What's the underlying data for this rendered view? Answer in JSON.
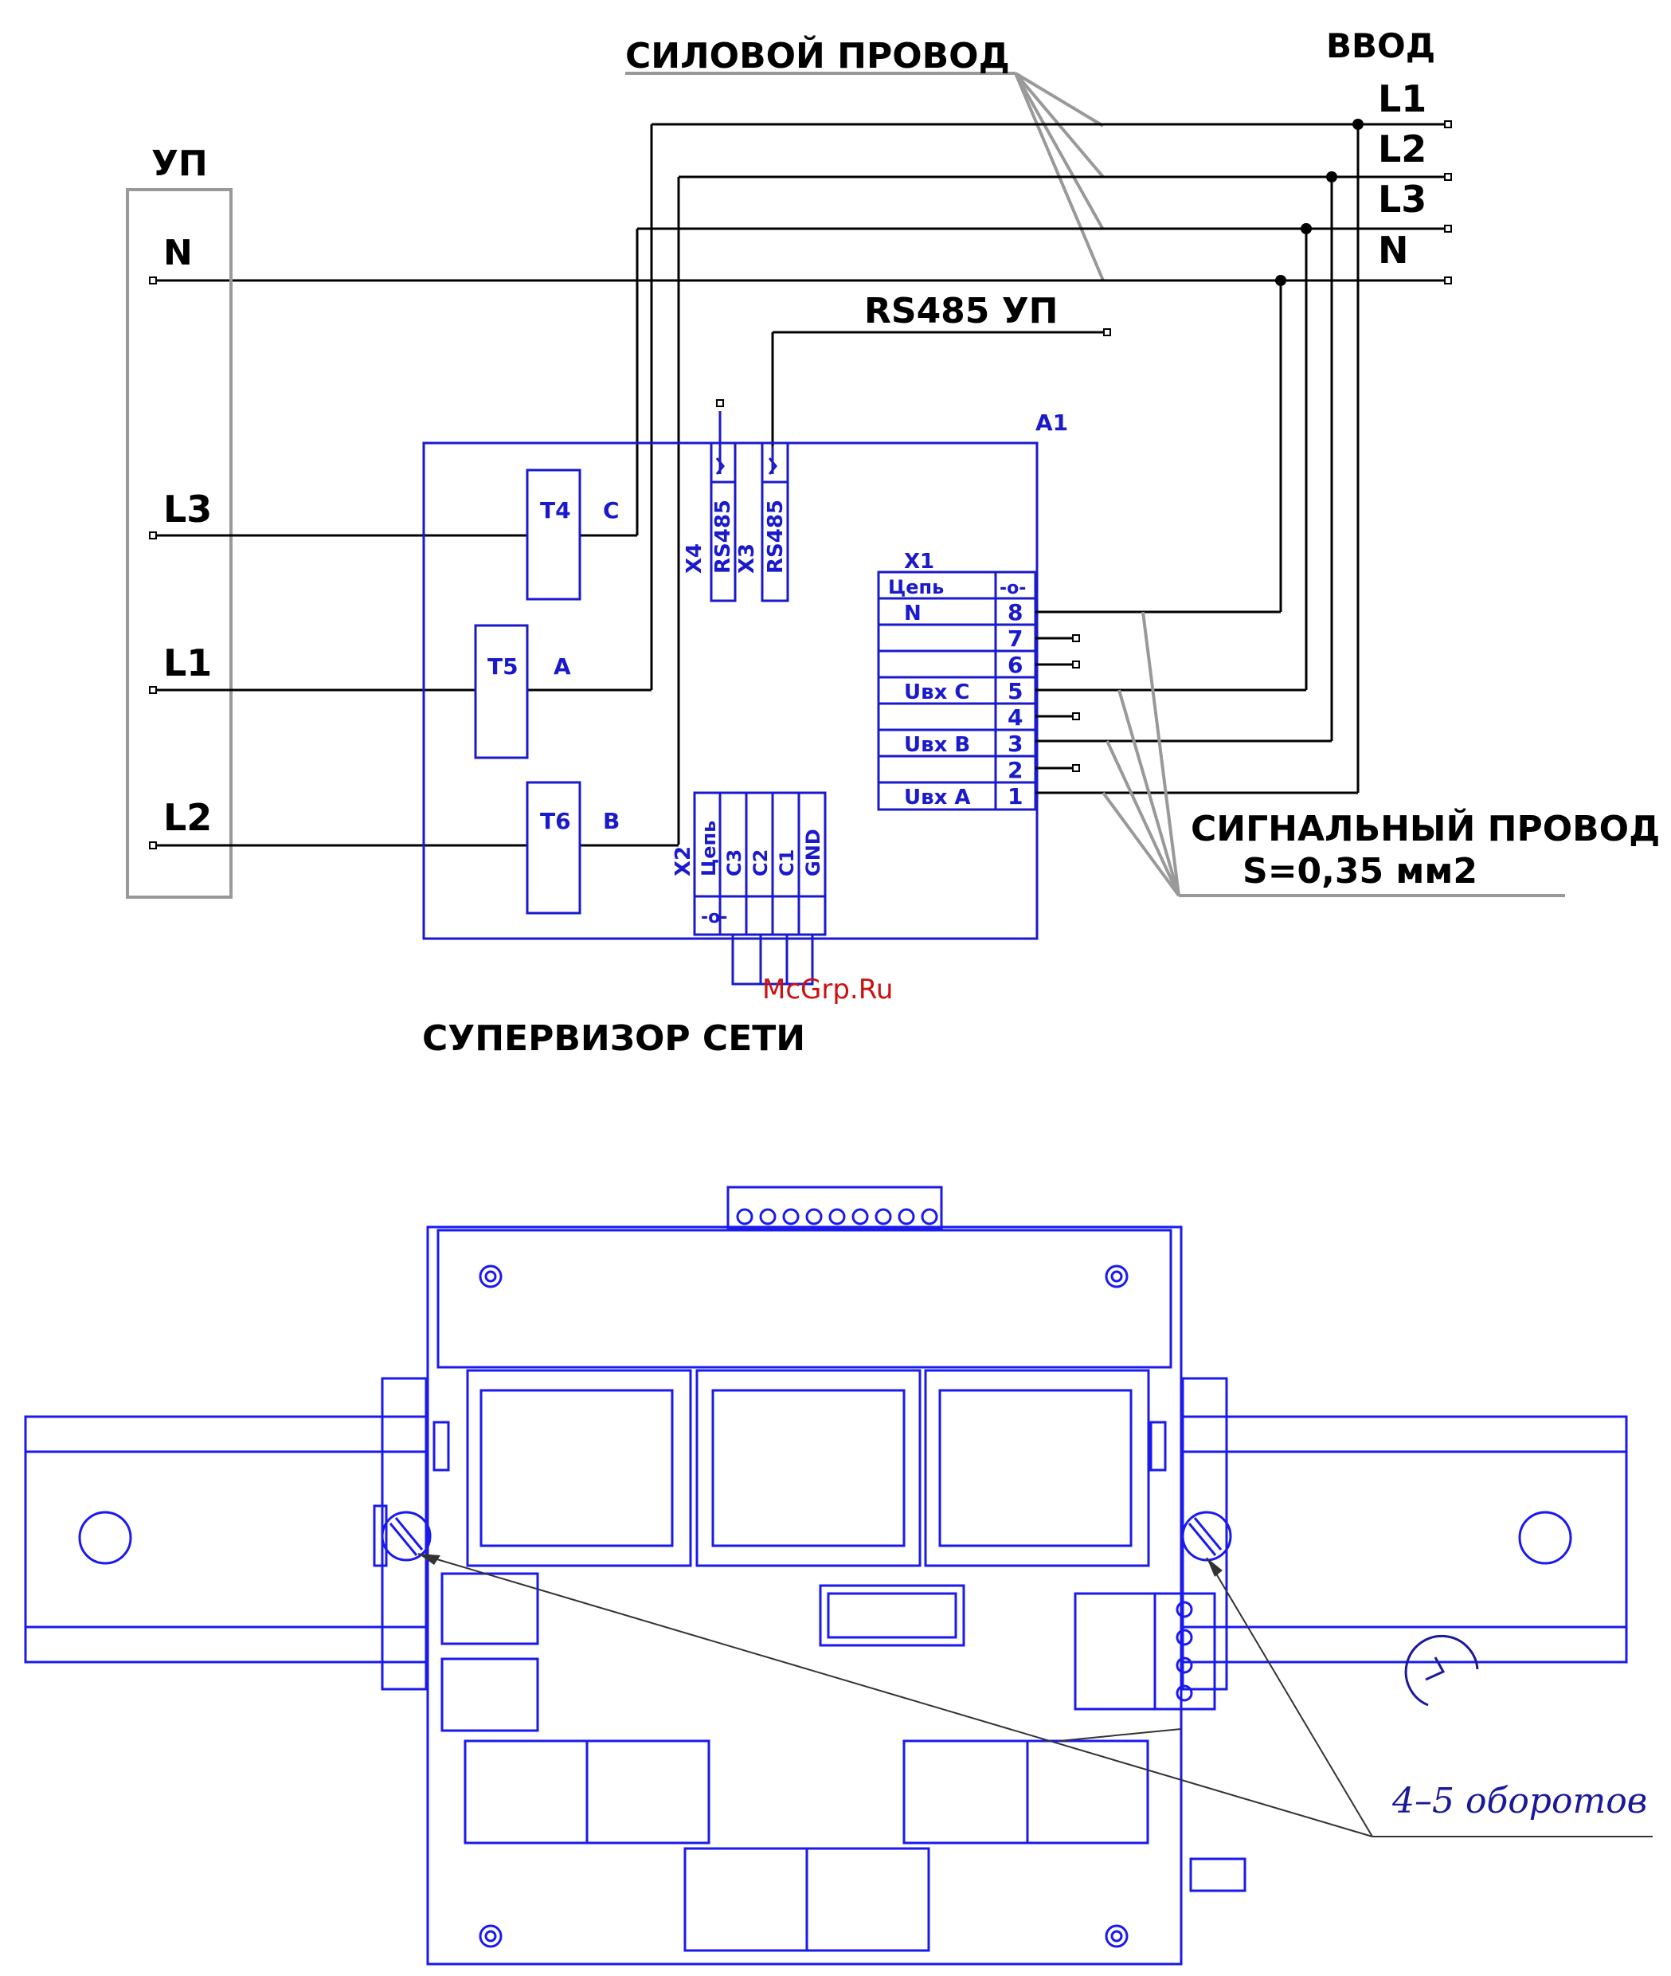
{
  "labels": {
    "power_wire": "СИЛОВОЙ ПРОВОД",
    "input": "ВВОД",
    "input_l1": "L1",
    "input_l2": "L2",
    "input_l3": "L3",
    "input_n": "N",
    "rs485_up": "RS485 УП",
    "up": "УП",
    "up_n": "N",
    "up_l3": "L3",
    "up_l1": "L1",
    "up_l2": "L2",
    "a1": "A1",
    "t4": "T4",
    "t5": "T5",
    "t6": "T6",
    "phase_c": "C",
    "phase_a": "A",
    "phase_b": "B",
    "x4": "X4",
    "x3": "X3",
    "x4_rs485": "RS485",
    "x3_rs485": "RS485",
    "x2": "X2",
    "x2_cols": [
      "Цепь",
      "C3",
      "C2",
      "C1",
      "GND"
    ],
    "x1": "X1",
    "x1_header": "Цепь",
    "x1_rows": [
      {
        "name": "N",
        "pin": "8"
      },
      {
        "name": "",
        "pin": "7"
      },
      {
        "name": "",
        "pin": "6"
      },
      {
        "name": "Uвх C",
        "pin": "5"
      },
      {
        "name": "",
        "pin": "4"
      },
      {
        "name": "Uвх B",
        "pin": "3"
      },
      {
        "name": "",
        "pin": "2"
      },
      {
        "name": "Uвх A",
        "pin": "1"
      }
    ],
    "signal_wire": "СИГНАЛЬНЫЙ ПРОВОД",
    "signal_wire_size": "S=0,35 мм2",
    "supervisor": "СУПЕРВИЗОР СЕТИ",
    "watermark": "McGrp.Ru",
    "turns": "4–5 оборотов"
  },
  "colors": {
    "wire": "#000000",
    "device": "#1a1acc",
    "leader": "#999999",
    "watermark": "#cc1111"
  }
}
